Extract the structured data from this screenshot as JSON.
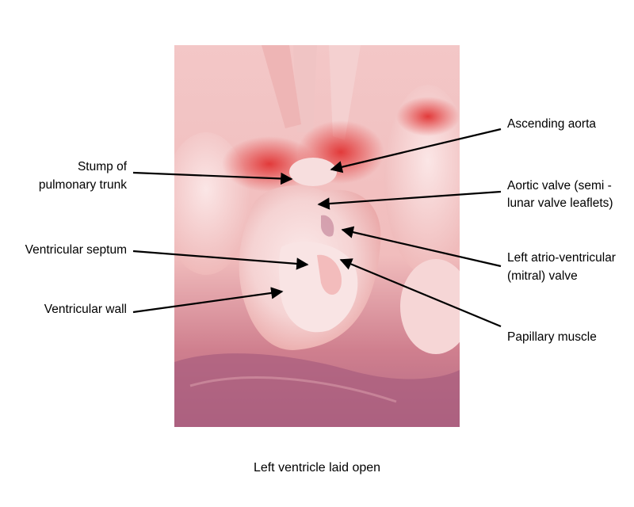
{
  "caption": "Left ventricle laid open",
  "labels": {
    "ascending_aorta": "Ascending aorta",
    "aortic_valve_1": "Aortic valve (semi -",
    "aortic_valve_2": "lunar valve leaflets)",
    "mitral_1": "Left atrio-ventricular",
    "mitral_2": "(mitral) valve",
    "papillary": "Papillary muscle",
    "stump_1": "Stump of",
    "stump_2": "pulmonary trunk",
    "septum": "Ventricular septum",
    "wall": "Ventricular wall"
  },
  "colors": {
    "tissue_light": "#f6dcdc",
    "tissue_pink": "#ef9a9a",
    "tissue_red": "#e03b3b",
    "tissue_purple": "#b46a86",
    "arrow": "#000000"
  }
}
